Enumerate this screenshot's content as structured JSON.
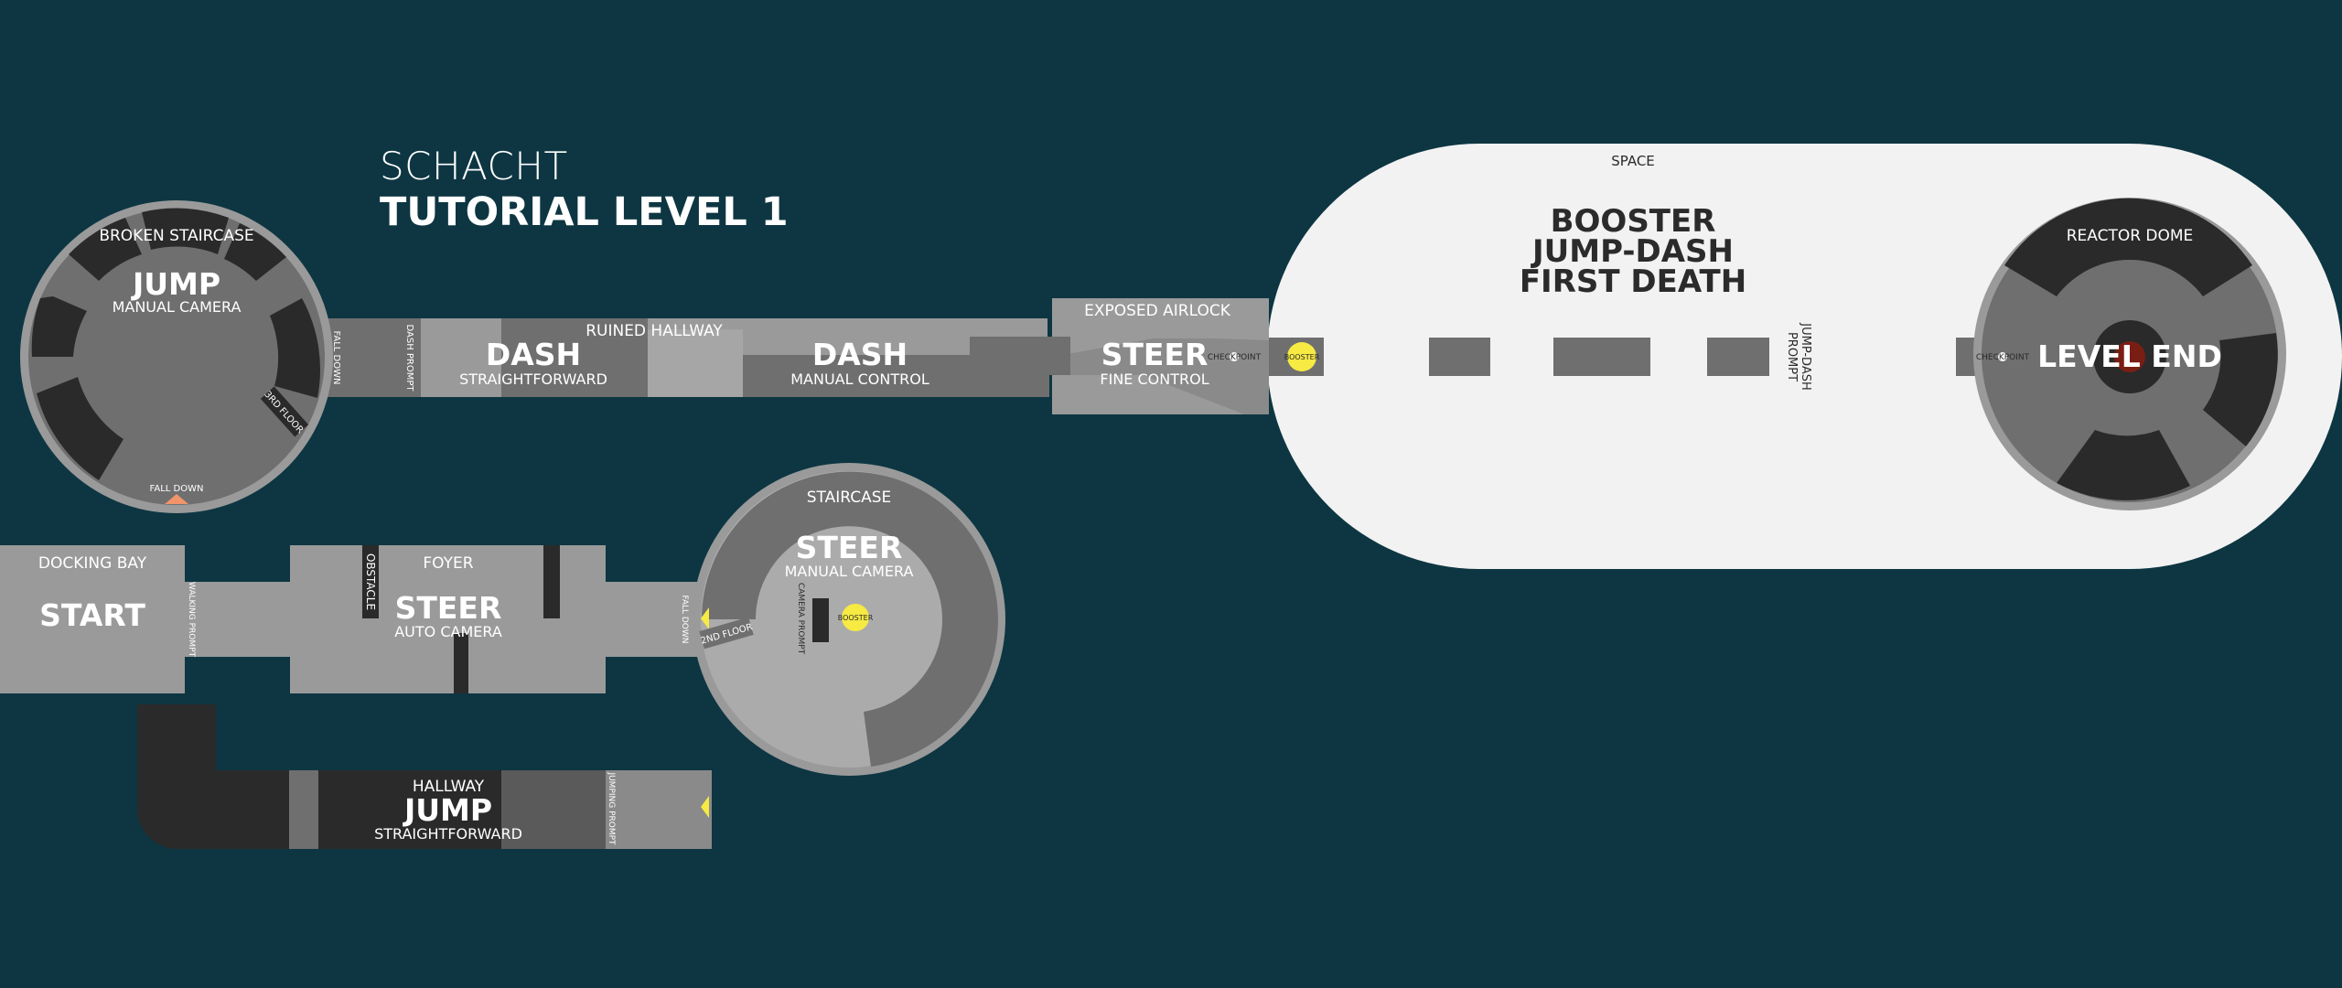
{
  "title": {
    "subtitle": "SCHACHT",
    "main": "TUTORIAL LEVEL 1"
  },
  "colors": {
    "background": "#0d3642",
    "room_light": "#9a9a9a",
    "room_mid": "#6f6f6f",
    "room_dark": "#2a2a2a",
    "space": "#f2f2f2",
    "booster": "#f6ea43",
    "arrow_orange": "#f0946a",
    "reactor_core": "#7a1e14"
  },
  "rooms": {
    "broken_staircase": {
      "name": "BROKEN STAIRCASE",
      "mechanic": "JUMP",
      "detail": "MANUAL CAMERA",
      "fall_down": "FALL DOWN",
      "floor_label": "3RD FLOOR"
    },
    "ruined_hallway": {
      "name": "RUINED HALLWAY",
      "fall_down": "FALL DOWN",
      "dash_prompt": "DASH PROMPT",
      "dash1": "DASH",
      "dash1_detail": "STRAIGHTFORWARD",
      "dash2": "DASH",
      "dash2_detail": "MANUAL CONTROL"
    },
    "exposed_airlock": {
      "name": "EXPOSED AIRLOCK",
      "mechanic": "STEER",
      "detail": "FINE CONTROL",
      "checkpoint": "CHECKPOINT",
      "booster": "BOOSTER"
    },
    "space": {
      "name": "SPACE",
      "line1": "BOOSTER",
      "line2": "JUMP-DASH",
      "line3": "FIRST DEATH",
      "prompt_line1": "JUMP-DASH",
      "prompt_line2": "PROMPT"
    },
    "reactor_dome": {
      "name": "REACTOR DOME",
      "mechanic": "LEVEL END",
      "checkpoint": "CHECKPOINT"
    },
    "docking_bay": {
      "name": "DOCKING BAY",
      "mechanic": "START",
      "walking_prompt": "WALKING PROMPT"
    },
    "foyer": {
      "name": "FOYER",
      "obstacle": "OBSTACLE",
      "mechanic": "STEER",
      "detail": "AUTO CAMERA"
    },
    "staircase": {
      "name": "STAIRCASE",
      "mechanic": "STEER",
      "detail": "MANUAL CAMERA",
      "fall_down": "FALL DOWN",
      "floor_label": "2ND FLOOR",
      "camera_prompt": "CAMERA PROMPT",
      "booster": "BOOSTER"
    },
    "hallway": {
      "name": "HALLWAY",
      "mechanic": "JUMP",
      "detail": "STRAIGHTFORWARD",
      "jumping_prompt": "JUMPING PROMPT"
    }
  }
}
